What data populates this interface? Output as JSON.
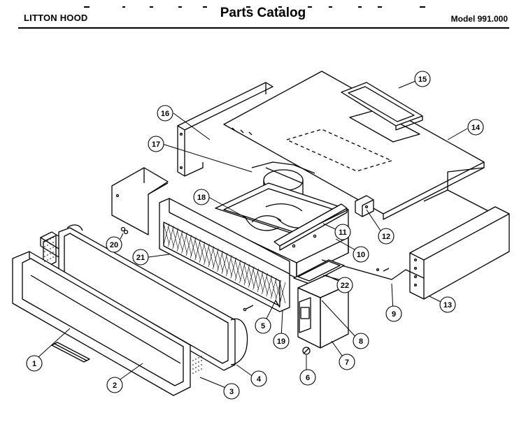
{
  "header": {
    "left": "LITTON HOOD",
    "center": "Parts Catalog",
    "right": "Model 991.000"
  },
  "callouts": [
    {
      "id": "1",
      "label": "1"
    },
    {
      "id": "2",
      "label": "2"
    },
    {
      "id": "3",
      "label": "3"
    },
    {
      "id": "4",
      "label": "4"
    },
    {
      "id": "5",
      "label": "5"
    },
    {
      "id": "6",
      "label": "6"
    },
    {
      "id": "7",
      "label": "7"
    },
    {
      "id": "8",
      "label": "8"
    },
    {
      "id": "9",
      "label": "9"
    },
    {
      "id": "10",
      "label": "10"
    },
    {
      "id": "11",
      "label": "11"
    },
    {
      "id": "12",
      "label": "12"
    },
    {
      "id": "13",
      "label": "13"
    },
    {
      "id": "14",
      "label": "14"
    },
    {
      "id": "15",
      "label": "15"
    },
    {
      "id": "16",
      "label": "16"
    },
    {
      "id": "17",
      "label": "17"
    },
    {
      "id": "18",
      "label": "18"
    },
    {
      "id": "19",
      "label": "19"
    },
    {
      "id": "20",
      "label": "20"
    },
    {
      "id": "21",
      "label": "21"
    },
    {
      "id": "22",
      "label": "22"
    }
  ]
}
